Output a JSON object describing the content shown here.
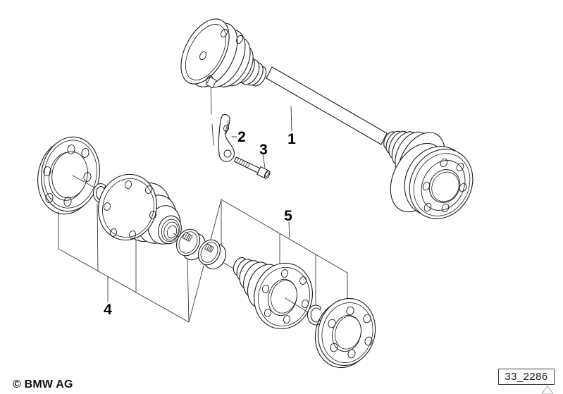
{
  "diagram": {
    "code": "33_2286",
    "copyright": "© BMW AG",
    "callouts": [
      {
        "label": "1"
      },
      {
        "label": "2"
      },
      {
        "label": "3"
      },
      {
        "label": "4"
      },
      {
        "label": "5"
      }
    ],
    "colors": {
      "background": "#ffffff",
      "line": "#1c1c1c",
      "leader": "#3a3a3a",
      "corner_mark": "#a8a8a8"
    }
  }
}
